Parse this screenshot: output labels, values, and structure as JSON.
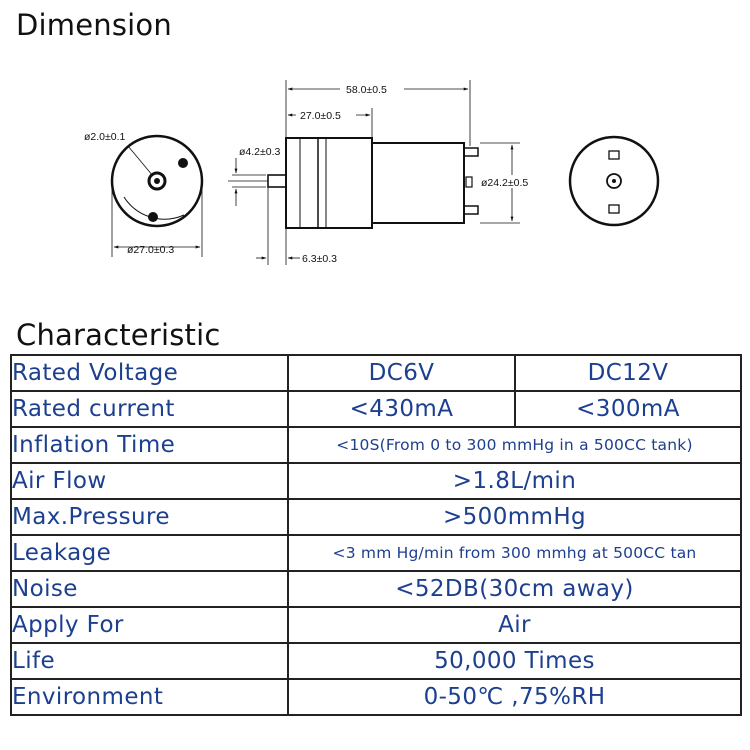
{
  "headings": {
    "dimension": "Dimension",
    "characteristic": "Characteristic"
  },
  "drawing": {
    "shaft_diameter": "ø2.0±0.1",
    "body_diameter_front": "ø27.0±0.3",
    "shaft_outer_diameter": "ø4.2±0.3",
    "total_length": "58.0±0.5",
    "gearbox_length": "27.0±0.5",
    "motor_diameter": "ø24.2±0.5",
    "shaft_length": "6.3±0.3"
  },
  "table": {
    "rows": [
      {
        "label": "Rated  Voltage",
        "values": [
          "DC6V",
          "DC12V"
        ]
      },
      {
        "label": "Rated current",
        "values": [
          "<430mA",
          "<300mA"
        ]
      },
      {
        "label": "Inflation Time",
        "value": "<10S(From 0 to 300 mmHg in a 500CC tank)"
      },
      {
        "label": "Air Flow",
        "value": ">1.8L/min"
      },
      {
        "label": "Max.Pressure",
        "value": ">500mmHg"
      },
      {
        "label": "Leakage",
        "value": "<3 mm Hg/min from 300 mmhg at 500CC tan"
      },
      {
        "label": "Noise",
        "value": "<52DB(30cm away)"
      },
      {
        "label": "Apply For",
        "value": "Air"
      },
      {
        "label": "Life",
        "value": "50,000 Times"
      },
      {
        "label": "Environment",
        "value": "0-50℃ ,75%RH"
      }
    ]
  }
}
